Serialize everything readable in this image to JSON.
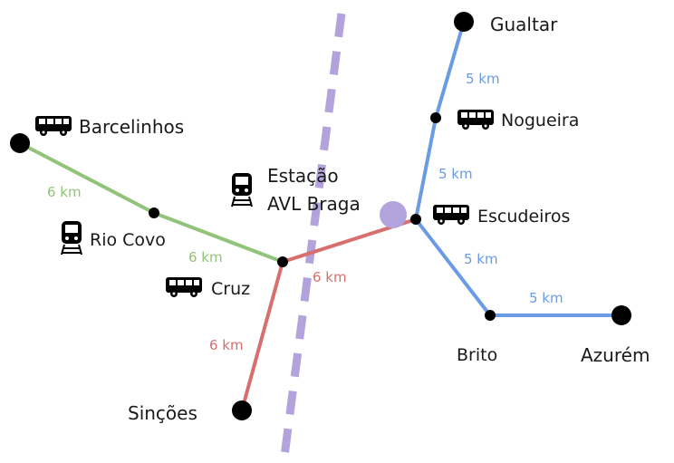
{
  "colors": {
    "blue": "#6b9be3",
    "green": "#92c37a",
    "red": "#d86e6e",
    "purple": "#b3a3dc",
    "node": "#000000",
    "text": "#1a1a1a"
  },
  "places": {
    "gualtar": "Gualtar",
    "nogueira": "Nogueira",
    "barcelinhos": "Barcelinhos",
    "estacao_line1": "Estação",
    "estacao_line2": "AVL Braga",
    "escudeiros": "Escudeiros",
    "rio_covo": "Rio Covo",
    "cruz": "Cruz",
    "brito": "Brito",
    "azurem": "Azurém",
    "sincoes": "Sinções"
  },
  "distances": {
    "gualtar_nogueira": "5 km",
    "nogueira_escudeiros": "5 km",
    "escudeiros_brito": "5 km",
    "brito_azurem": "5 km",
    "barcelinhos_riocovo": "6 km",
    "riocovo_cruz": "6 km",
    "cruz_escudeiros": "6 km",
    "cruz_sincoes": "6 km"
  },
  "icons": {
    "barcelinhos": "bus-icon",
    "nogueira": "bus-icon",
    "escudeiros": "bus-icon",
    "cruz": "bus-icon",
    "estacao": "train-icon",
    "rio_covo": "train-icon"
  }
}
